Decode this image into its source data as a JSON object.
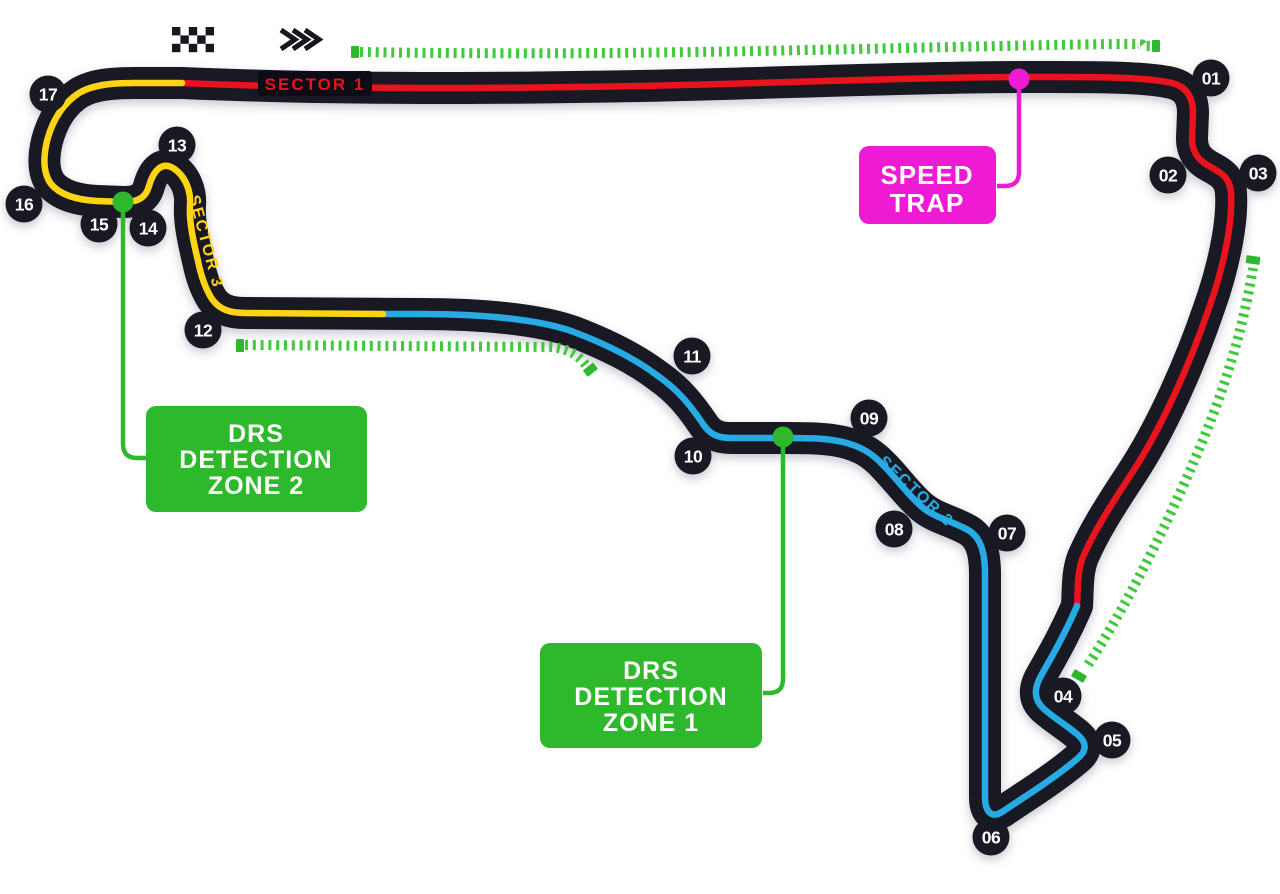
{
  "colors": {
    "track": "#191924",
    "sector1_red": "#e9131d",
    "sector2_blue": "#27abe4",
    "sector3_yellow": "#ffd414",
    "drs_green": "#2eb82b",
    "drs_dash_green": "#3fc93b",
    "speed_trap_magenta": "#ef1bd4",
    "label_text": "#ffffff"
  },
  "icons": {
    "start_finish_flag": "checkered-flag-icon",
    "race_direction": "triple-chevron-right-icon"
  },
  "sector_labels": [
    {
      "id": 1,
      "text": "SECTOR 1"
    },
    {
      "id": 2,
      "text": "SECTOR 2"
    },
    {
      "id": 3,
      "text": "SECTOR 3"
    }
  ],
  "turns": [
    {
      "label": "01"
    },
    {
      "label": "02"
    },
    {
      "label": "03"
    },
    {
      "label": "04"
    },
    {
      "label": "05"
    },
    {
      "label": "06"
    },
    {
      "label": "07"
    },
    {
      "label": "08"
    },
    {
      "label": "09"
    },
    {
      "label": "10"
    },
    {
      "label": "11"
    },
    {
      "label": "12"
    },
    {
      "label": "13"
    },
    {
      "label": "14"
    },
    {
      "label": "15"
    },
    {
      "label": "16"
    },
    {
      "label": "17"
    }
  ],
  "annotations": {
    "speed_trap": {
      "lines": [
        "SPEED",
        "TRAP"
      ]
    },
    "drs_zone_1": {
      "lines": [
        "DRS",
        "DETECTION",
        "ZONE 1"
      ]
    },
    "drs_zone_2": {
      "lines": [
        "DRS",
        "DETECTION",
        "ZONE 2"
      ]
    }
  }
}
